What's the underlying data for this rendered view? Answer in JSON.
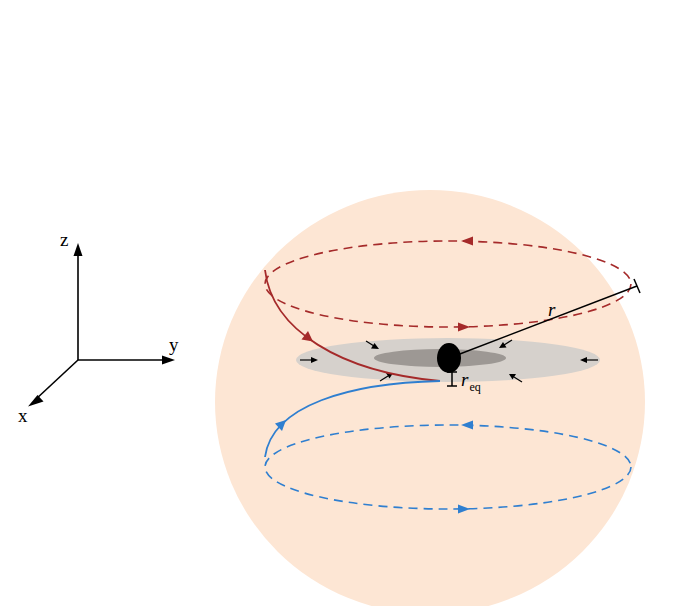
{
  "diagram": {
    "labels": [
      "z",
      "y",
      "x",
      "r",
      "r",
      "eq"
    ]
  }
}
